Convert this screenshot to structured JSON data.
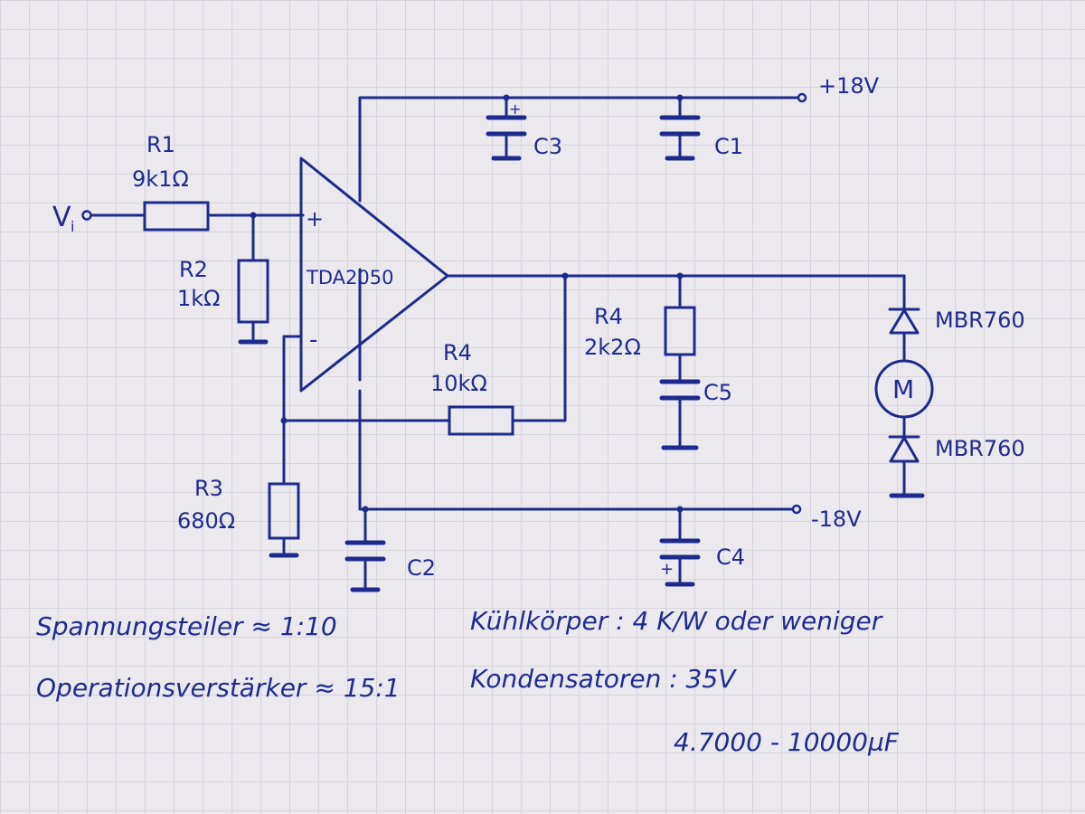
{
  "supply": {
    "pos": "+18V",
    "neg": "-18V"
  },
  "input": {
    "label": "V",
    "sub": "i"
  },
  "opamp": {
    "name": "TDA2050",
    "plus": "+",
    "minus": "-"
  },
  "components": {
    "r1": {
      "name": "R1",
      "value": "9k1Ω"
    },
    "r2": {
      "name": "R2",
      "value": "1kΩ"
    },
    "r3": {
      "name": "R3",
      "value": "680Ω"
    },
    "r4_feedback": {
      "name": "R4",
      "value": "10kΩ"
    },
    "r4_snubber": {
      "name": "R4",
      "value": "2k2Ω"
    },
    "c1": {
      "name": "C1"
    },
    "c2": {
      "name": "C2"
    },
    "c3": {
      "name": "C3",
      "polarity": "+"
    },
    "c4": {
      "name": "C4",
      "polarity": "+"
    },
    "c5": {
      "name": "C5"
    },
    "d1": {
      "name": "MBR760"
    },
    "d2": {
      "name": "MBR760"
    },
    "motor": {
      "name": "M"
    }
  },
  "notes": {
    "divider": "Spannungsteiler ≈ 1:10",
    "opamp_gain": "Operationsverstärker ≈ 15:1",
    "heatsink": "Kühlkörper : 4 K/W oder weniger",
    "capacitors": "Kondensatoren : 35V",
    "capacitance": "4.7000 - 10000µF"
  }
}
